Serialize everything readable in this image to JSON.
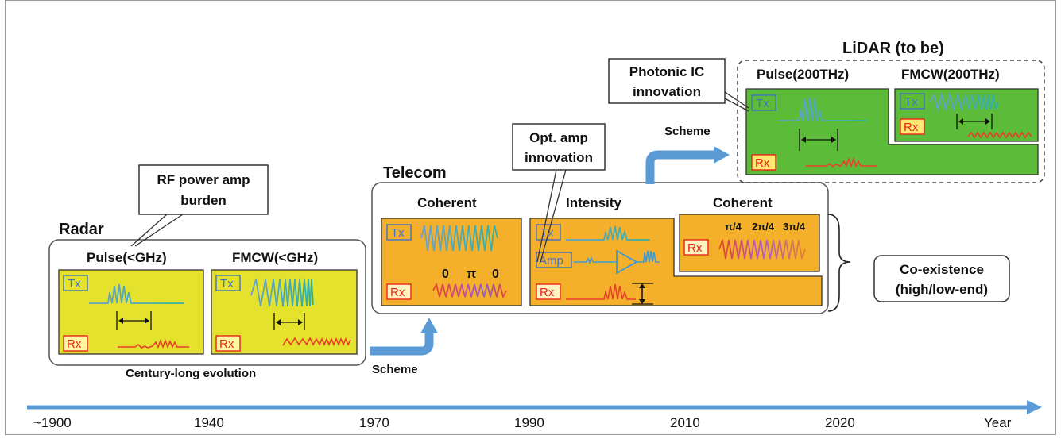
{
  "radar": {
    "title": "Radar",
    "pulse_label": "Pulse(<GHz)",
    "fmcw_label": "FMCW(<GHz)",
    "footnote": "Century-long evolution",
    "callout": {
      "line1": "RF power amp",
      "line2": "burden"
    }
  },
  "telecom": {
    "title": "Telecom",
    "coherent_left": "Coherent",
    "intensity": "Intensity",
    "coherent_right": "Coherent",
    "phase_labels": [
      "0",
      "π",
      "0"
    ],
    "phase_labels_qpsk": [
      "π/4",
      "2π/4",
      "3π/4"
    ],
    "amp_label": "Amp",
    "callout": {
      "line1": "Opt. amp",
      "line2": "innovation"
    }
  },
  "lidar": {
    "title": "LiDAR (to be)",
    "pulse_label": "Pulse(200THz)",
    "fmcw_label": "FMCW(200THz)",
    "callout": {
      "line1": "Photonic IC",
      "line2": "innovation"
    }
  },
  "signal_labels": {
    "tx": "Tx",
    "rx": "Rx"
  },
  "arrows": {
    "scheme1": "Scheme",
    "scheme2": "Scheme"
  },
  "coexistence": {
    "line1": "Co-existence",
    "line2": "(high/low-end)"
  },
  "timeline": {
    "ticks": [
      "~1900",
      "1940",
      "1970",
      "1990",
      "2010",
      "2020"
    ],
    "axis_label": "Year"
  },
  "colors": {
    "radar_fill": "#e4e22c",
    "telecom_fill": "#f4b02a",
    "lidar_fill": "#5cbc3a",
    "tx_wave": "#3a9ad8",
    "rx_wave": "#e8402a",
    "arrow_blue": "#5b9bd5",
    "label_blue": "#4472c4",
    "label_red": "#e8231c"
  }
}
